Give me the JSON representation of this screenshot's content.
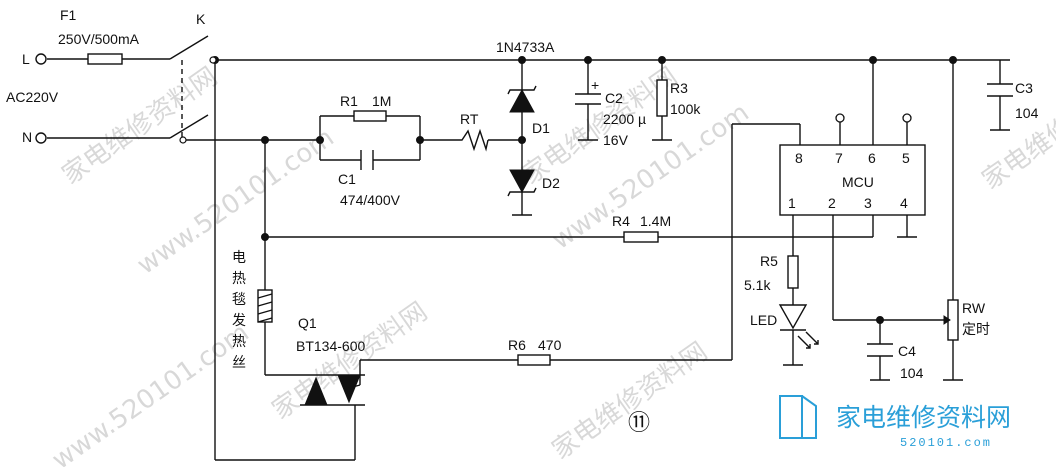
{
  "fuse": {
    "ref": "F1",
    "rating": "250V/500mA"
  },
  "switch": {
    "ref": "K"
  },
  "supply": {
    "live": "L",
    "neutral": "N",
    "voltage": "AC220V"
  },
  "zener": {
    "part": "1N4733A"
  },
  "r1": {
    "ref": "R1",
    "value": "1M"
  },
  "c1": {
    "ref": "C1",
    "value": "474/400V"
  },
  "rt": {
    "ref": "RT"
  },
  "d1": {
    "ref": "D1"
  },
  "d2": {
    "ref": "D2"
  },
  "c2": {
    "ref": "C2",
    "value": "2200 µ",
    "voltage": "16V",
    "polarity": "+"
  },
  "r3": {
    "ref": "R3",
    "value": "100k"
  },
  "c3": {
    "ref": "C3",
    "value": "104"
  },
  "mcu": {
    "label": "MCU",
    "pins_top": [
      "8",
      "7",
      "6",
      "5"
    ],
    "pins_bottom": [
      "1",
      "2",
      "3",
      "4"
    ]
  },
  "r4": {
    "ref": "R4",
    "value": "1.4M"
  },
  "r5": {
    "ref": "R5",
    "value": "5.1k"
  },
  "led": {
    "ref": "LED"
  },
  "heater": {
    "chars": [
      "电",
      "热",
      "毯",
      "发",
      "热",
      "丝"
    ]
  },
  "q1": {
    "ref": "Q1",
    "part": "BT134-600"
  },
  "r6": {
    "ref": "R6",
    "value": "470"
  },
  "rw": {
    "ref": "RW",
    "note": "定时"
  },
  "c4": {
    "ref": "C4",
    "value": "104"
  },
  "figure_number": "⑪",
  "watermark": {
    "text": "家电维修资料网",
    "url": "www.520101.com"
  },
  "brand": {
    "name": "家电维修资料网",
    "url": "520101.com"
  },
  "colors": {
    "ink": "#111111",
    "brand": "#2a9fd8",
    "watermark": "#b9b9b9"
  }
}
